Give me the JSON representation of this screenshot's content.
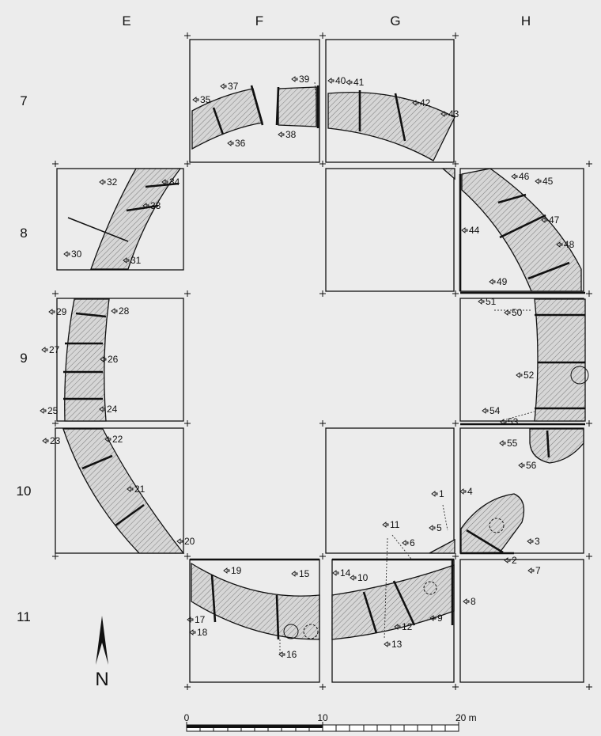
{
  "grid": {
    "columns": [
      "E",
      "F",
      "G",
      "H"
    ],
    "rows": [
      "7",
      "8",
      "9",
      "10",
      "11"
    ]
  },
  "north": {
    "label": "N"
  },
  "scale": {
    "labels": [
      "0",
      "10",
      "20 m"
    ]
  },
  "photo_points": [
    "1",
    "2",
    "3",
    "4",
    "5",
    "6",
    "7",
    "8",
    "9",
    "10",
    "11",
    "12",
    "13",
    "14",
    "15",
    "16",
    "17",
    "18",
    "19",
    "20",
    "21",
    "22",
    "23",
    "24",
    "25",
    "26",
    "27",
    "28",
    "29",
    "30",
    "31",
    "32",
    "33",
    "34",
    "35",
    "36",
    "37",
    "38",
    "39",
    "40",
    "41",
    "42",
    "43",
    "44",
    "45",
    "46",
    "47",
    "48",
    "49",
    "50",
    "51",
    "52",
    "53",
    "54",
    "55",
    "56"
  ],
  "colors": {
    "background": "#ececec",
    "ink": "#111111",
    "trench_fill": "#d9d9d9"
  }
}
